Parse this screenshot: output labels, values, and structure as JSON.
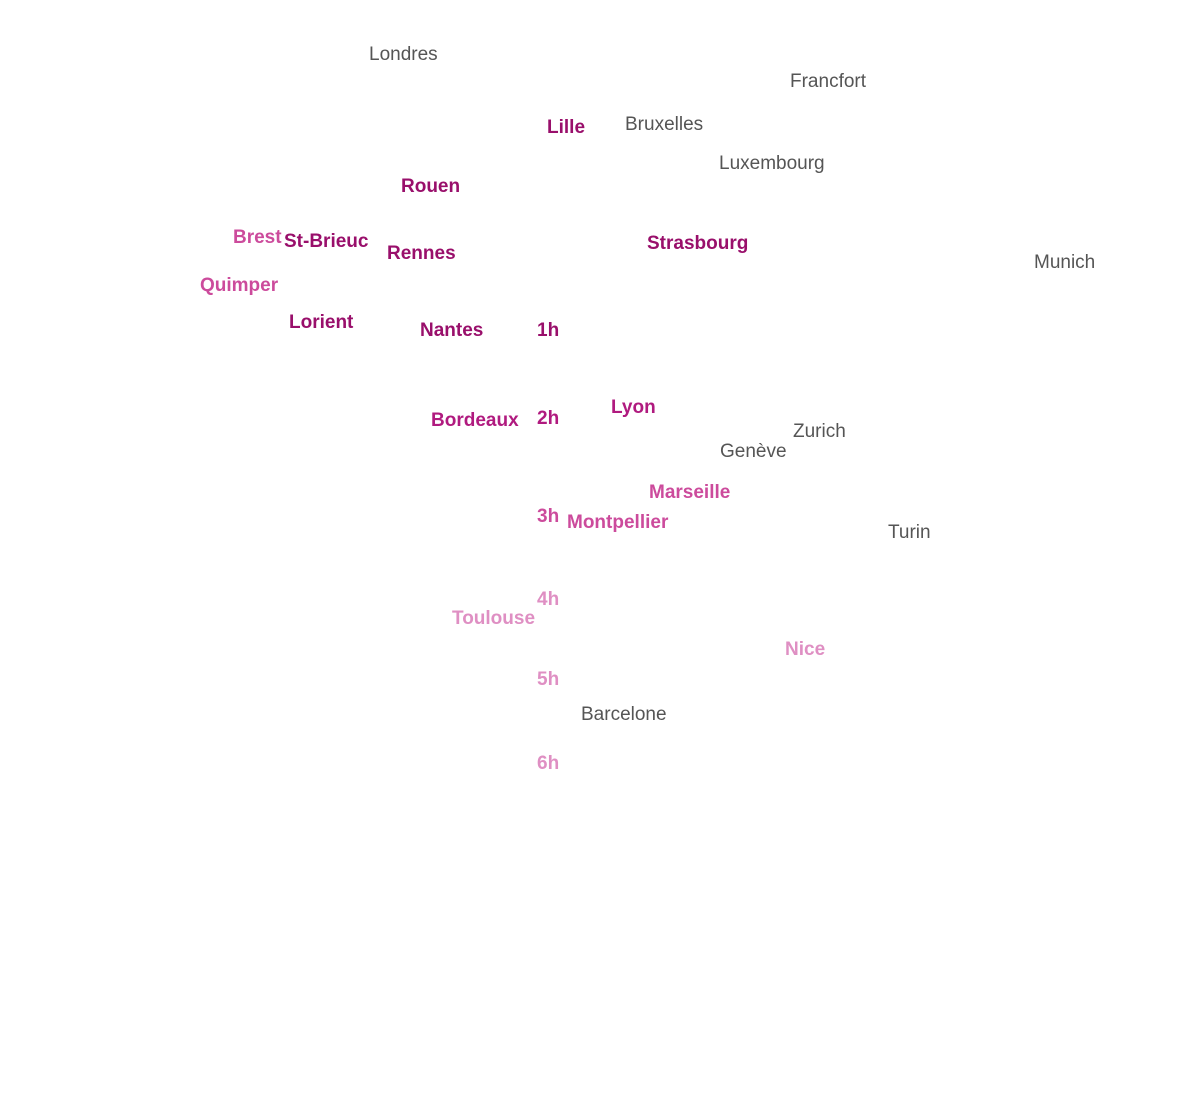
{
  "colors": {
    "foreign": "#555555",
    "band_1": "#990f6b",
    "band_2": "#b01a7f",
    "band_3": "#cc4b9c",
    "band_4": "#df8fc3"
  },
  "time_rings": [
    {
      "label": "1h",
      "color_key": "band_1"
    },
    {
      "label": "2h",
      "color_key": "band_2"
    },
    {
      "label": "3h",
      "color_key": "band_3"
    },
    {
      "label": "4h",
      "color_key": "band_4"
    },
    {
      "label": "5h",
      "color_key": "band_4"
    },
    {
      "label": "6h",
      "color_key": "band_4"
    }
  ],
  "french_cities": [
    {
      "name": "Lille",
      "color_key": "band_1"
    },
    {
      "name": "Rouen",
      "color_key": "band_1"
    },
    {
      "name": "Brest",
      "color_key": "band_3"
    },
    {
      "name": "St-Brieuc",
      "color_key": "band_1"
    },
    {
      "name": "Rennes",
      "color_key": "band_1"
    },
    {
      "name": "Strasbourg",
      "color_key": "band_1"
    },
    {
      "name": "Quimper",
      "color_key": "band_3"
    },
    {
      "name": "Lorient",
      "color_key": "band_1"
    },
    {
      "name": "Nantes",
      "color_key": "band_1"
    },
    {
      "name": "Lyon",
      "color_key": "band_2"
    },
    {
      "name": "Bordeaux",
      "color_key": "band_2"
    },
    {
      "name": "Marseille",
      "color_key": "band_3"
    },
    {
      "name": "Montpellier",
      "color_key": "band_3"
    },
    {
      "name": "Toulouse",
      "color_key": "band_4"
    },
    {
      "name": "Nice",
      "color_key": "band_4"
    }
  ],
  "foreign_cities": [
    {
      "name": "Londres"
    },
    {
      "name": "Francfort"
    },
    {
      "name": "Bruxelles"
    },
    {
      "name": "Luxembourg"
    },
    {
      "name": "Munich"
    },
    {
      "name": "Zurich"
    },
    {
      "name": "Genève"
    },
    {
      "name": "Turin"
    },
    {
      "name": "Barcelone"
    }
  ]
}
